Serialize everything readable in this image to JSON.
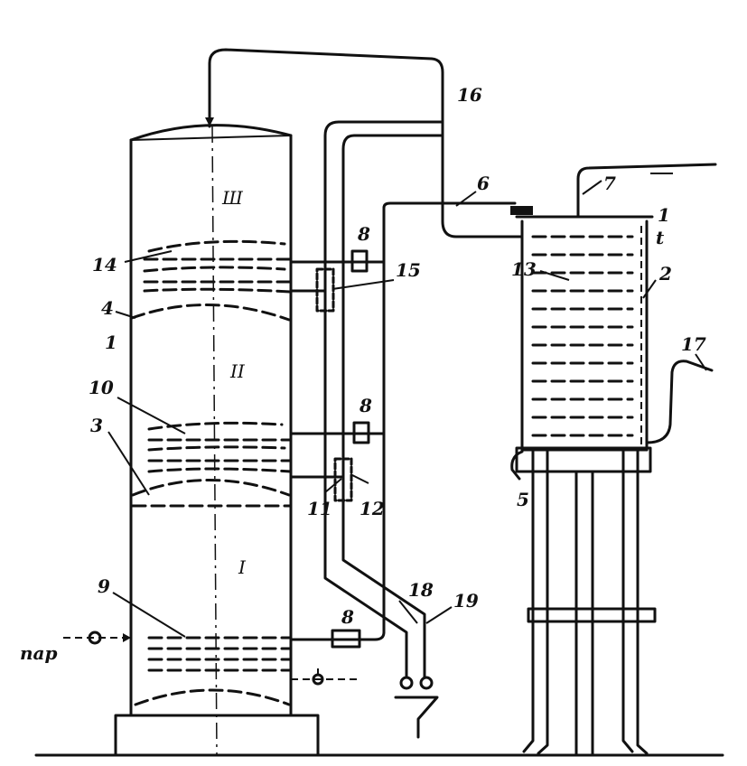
{
  "diagram": {
    "steam_label": "пар",
    "section_labels": {
      "upper": "Ш",
      "middle": "II",
      "lower": "I"
    },
    "callouts": {
      "n1_column": "1",
      "n1_tank": "1",
      "n2": "2",
      "n3": "3",
      "n4": "4",
      "n5": "5",
      "n6": "6",
      "n7": "7",
      "n8_upper": "8",
      "n8_middle": "8",
      "n8_lower": "8",
      "n9": "9",
      "n10": "10",
      "n11": "11",
      "n12": "12",
      "n13": "13",
      "n14": "14",
      "n15": "15",
      "n16": "16",
      "n17": "17",
      "n18": "18",
      "n19": "19",
      "t": "t"
    }
  }
}
